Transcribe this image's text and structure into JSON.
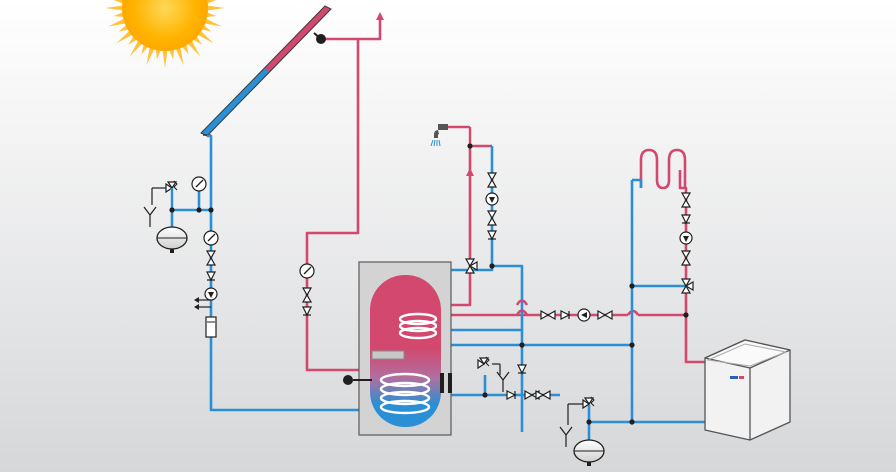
{
  "diagram": {
    "type": "solar thermal and heat pump hot water system schematic",
    "texts": [],
    "colors": {
      "background_top": "#ffffff",
      "background_bottom": "#d6d7d9",
      "hot_pipe": "#d2486e",
      "cold_pipe": "#2a8fd4",
      "tank_hot": "#d2486e",
      "tank_cold": "#2a8fd4",
      "tank_casing": "#d3d3d3",
      "symbol_stroke": "#1f1f1f",
      "sun_core": "#ffb000",
      "sun_rays": "#ffc23a",
      "heat_pump_body": "#f2f2f2"
    },
    "components": [
      {
        "name": "sun",
        "icon": "sun-icon"
      },
      {
        "name": "solar-collector",
        "icon": "solar-panel-icon"
      },
      {
        "name": "hot-water-storage-tank",
        "icon": "tank-icon"
      },
      {
        "name": "heat-pump-unit",
        "icon": "heat-pump-icon"
      },
      {
        "name": "underfloor-heating-loop",
        "icon": "heating-coil-icon"
      },
      {
        "name": "domestic-hot-water-tap",
        "icon": "faucet-icon"
      },
      {
        "name": "expansion-vessels",
        "icon": "expansion-vessel-icon"
      },
      {
        "name": "circulation-pumps",
        "icon": "pump-icon"
      },
      {
        "name": "pressure-gauges",
        "icon": "gauge-icon"
      },
      {
        "name": "shut-off-valves",
        "icon": "valve-icon"
      },
      {
        "name": "safety-valves",
        "icon": "safety-valve-icon"
      },
      {
        "name": "three-way-valves",
        "icon": "three-way-valve-icon"
      },
      {
        "name": "flow-meter",
        "icon": "flow-meter-icon"
      },
      {
        "name": "drain-funnels",
        "icon": "funnel-icon"
      }
    ]
  }
}
